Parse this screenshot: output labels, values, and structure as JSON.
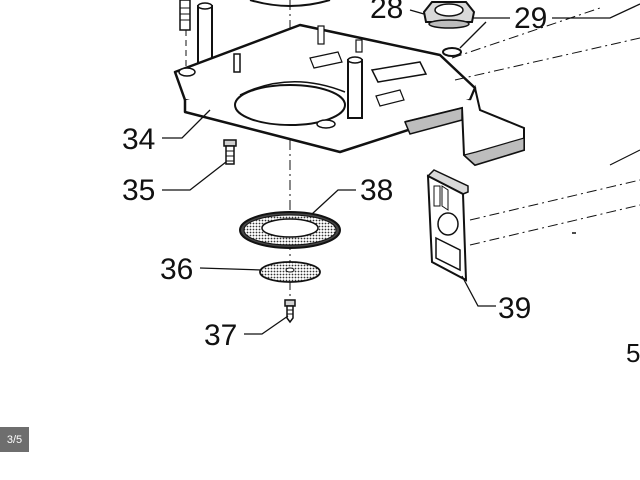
{
  "viewer": {
    "page_counter": "3/5"
  },
  "diagram": {
    "callouts": {
      "c28": "28",
      "c29": "29",
      "c34": "34",
      "c35": "35",
      "c36": "36",
      "c37": "37",
      "c38": "38",
      "c39": "39",
      "edge_partial": "5"
    }
  },
  "colors": {
    "line": "#111111",
    "shade": "#bdbdbd",
    "counter_bg": "#6e6e6e"
  }
}
